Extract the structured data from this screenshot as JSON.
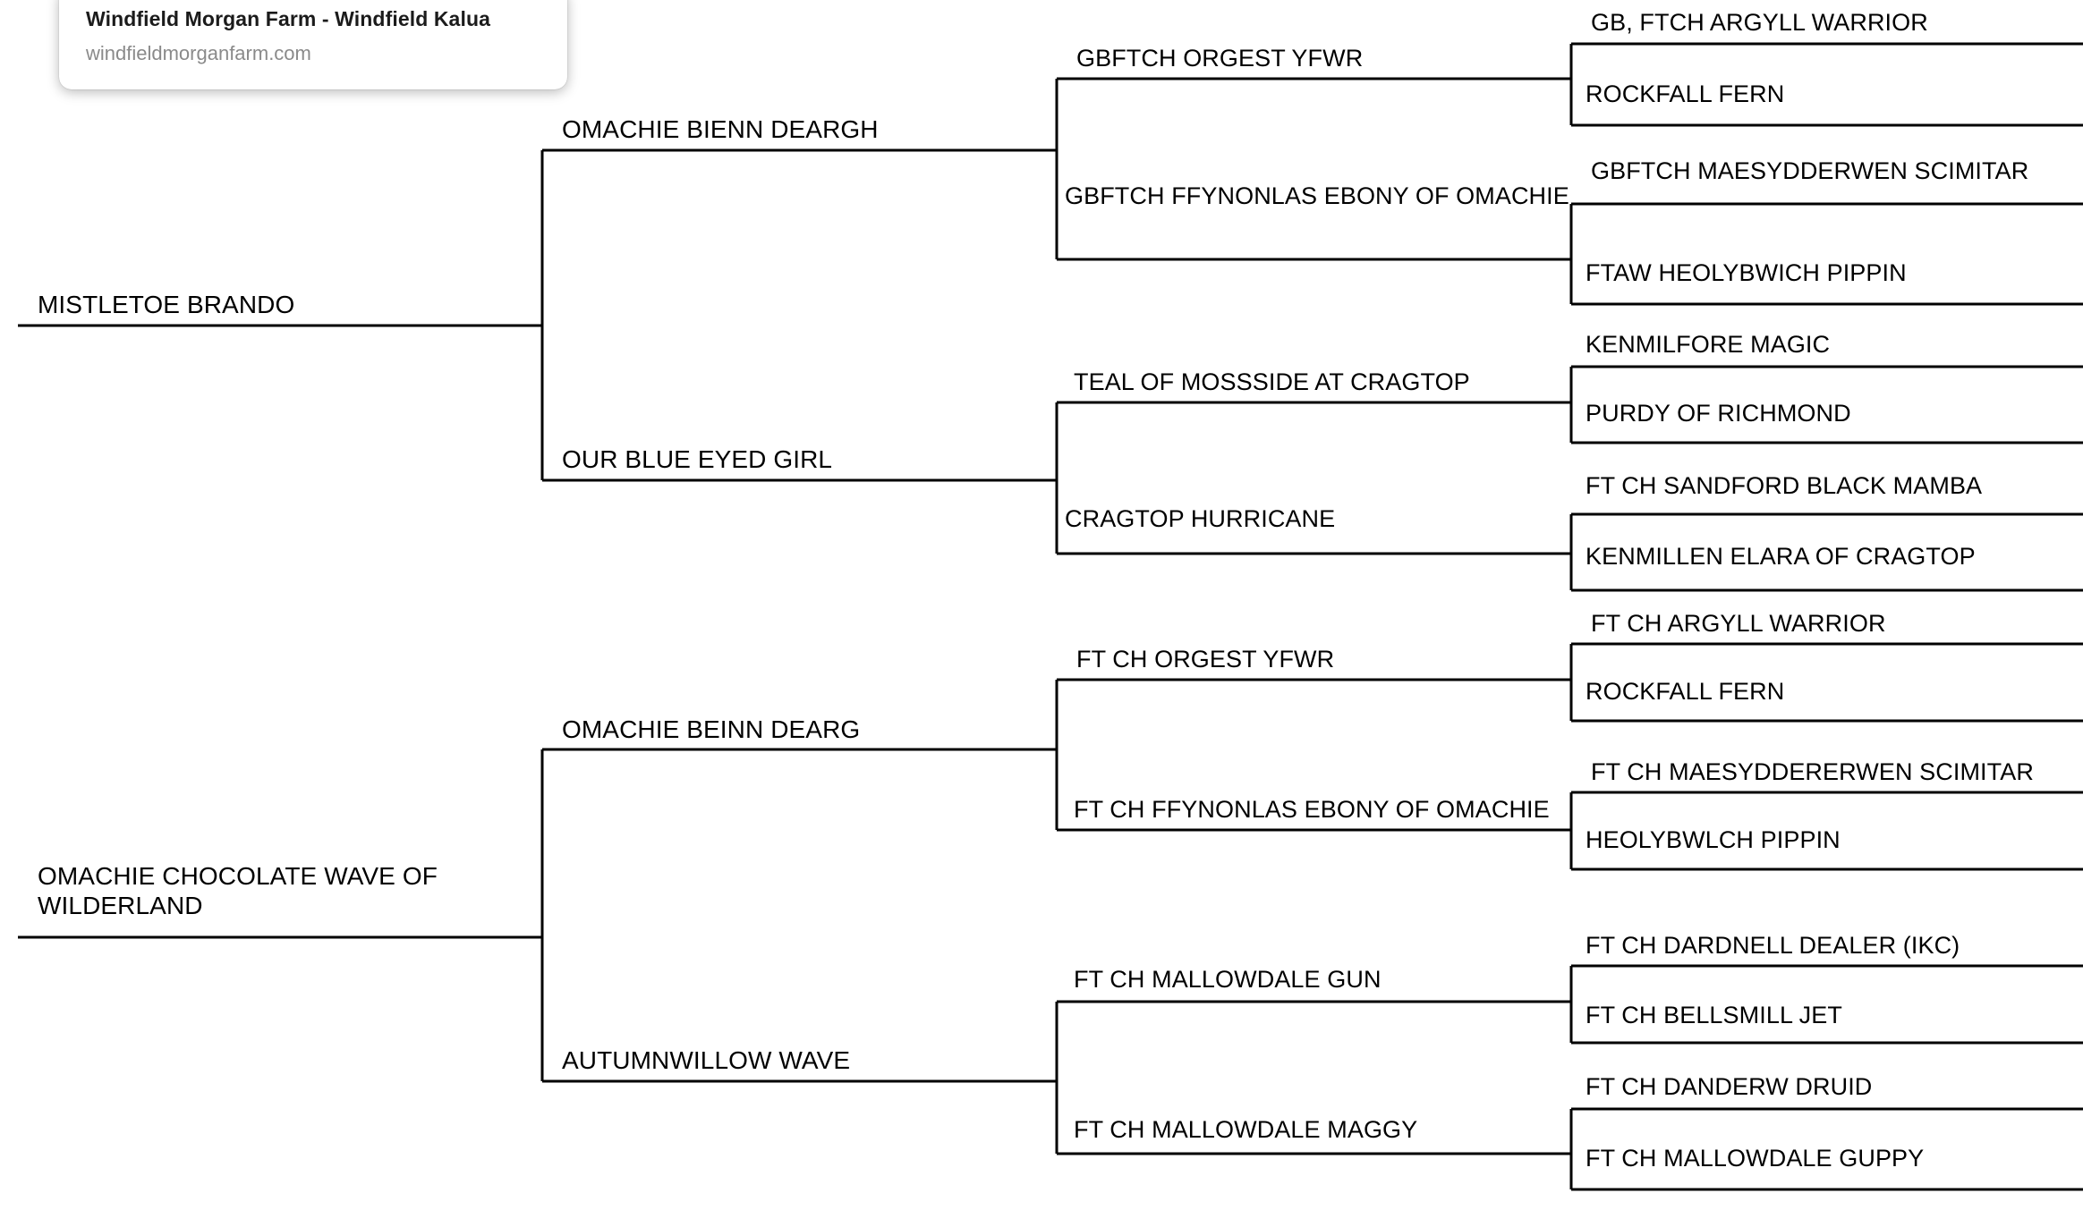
{
  "link_preview": {
    "title": "Windfield Morgan Farm - Windfield Kalua",
    "url": "windfieldmorganfarm.com",
    "clipped_glyph": "g"
  },
  "chart_data": {
    "type": "table",
    "title": "",
    "description": "Four-generation dog pedigree bracket chart with two subject animals.",
    "generations": 4,
    "trees": [
      {
        "subject": "MISTLETOE BRANDO",
        "gen2": [
          "OMACHIE BIENN DEARGH",
          "OUR BLUE EYED GIRL"
        ],
        "gen3": [
          "GBFTCH ORGEST YFWR",
          "GBFTCH FFYNONLAS EBONY OF OMACHIE",
          "TEAL OF MOSSSIDE AT CRAGTOP",
          "CRAGTOP HURRICANE"
        ],
        "gen4": [
          "GB, FTCH ARGYLL WARRIOR",
          "ROCKFALL FERN",
          "GBFTCH MAESYDDERWEN SCIMITAR",
          "FTAW HEOLYBWICH PIPPIN",
          "KENMILFORE MAGIC",
          "PURDY OF RICHMOND",
          "FT CH SANDFORD BLACK MAMBA",
          "KENMILLEN ELARA OF CRAGTOP"
        ]
      },
      {
        "subject": "OMACHIE CHOCOLATE WAVE OF WILDERLAND",
        "gen2": [
          "OMACHIE BEINN DEARG",
          "AUTUMNWILLOW WAVE"
        ],
        "gen3": [
          "FT CH ORGEST YFWR",
          "FT CH FFYNONLAS EBONY OF OMACHIE",
          "FT CH MALLOWDALE GUN",
          "FT CH MALLOWDALE MAGGY"
        ],
        "gen4": [
          "FT CH ARGYLL WARRIOR",
          "ROCKFALL FERN",
          "FT CH MAESYDDERERWEN SCIMITAR",
          "HEOLYBWLCH PIPPIN",
          "FT CH DARDNELL DEALER (IKC)",
          "FT CH BELLSMILL JET",
          "FT CH DANDERW DRUID",
          "FT CH MALLOWDALE GUPPY"
        ]
      }
    ],
    "colors": {
      "line": "#000000",
      "text": "#000000",
      "background": "#ffffff"
    }
  }
}
